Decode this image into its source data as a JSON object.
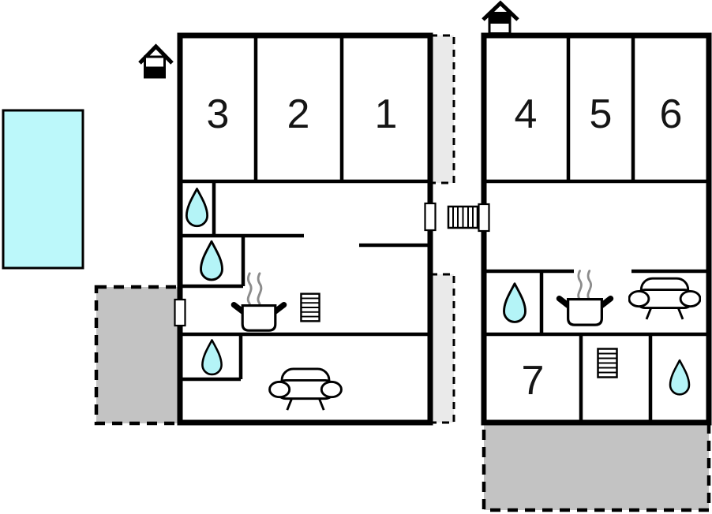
{
  "plan": {
    "type": "floor-plan",
    "colors": {
      "wall": "#000000",
      "water": "#b4f4f7",
      "pool": "#bcf8fa",
      "terrace": "#c3c3c3",
      "balcony": "#eaeaea",
      "steam": "#8c8c8c",
      "background": "#ffffff"
    },
    "left_building": {
      "floor_indicator_icon": "house-ground-floor-icon",
      "bedrooms": [
        {
          "number": "3"
        },
        {
          "number": "2"
        },
        {
          "number": "1"
        }
      ],
      "feature_icons": [
        "water-drop-icon",
        "water-drop-icon",
        "water-drop-icon",
        "cooking-pot-icon",
        "stairs-icon",
        "sofa-icon",
        "door-marker",
        "door-marker"
      ]
    },
    "right_building": {
      "floor_indicator_icon": "house-upper-floor-icon",
      "bedrooms": [
        {
          "number": "4"
        },
        {
          "number": "5"
        },
        {
          "number": "6"
        }
      ],
      "living_room": {
        "number": "7"
      },
      "feature_icons": [
        "water-drop-icon",
        "water-drop-icon",
        "cooking-pot-icon",
        "stairs-icon",
        "sofa-icon",
        "door-marker"
      ]
    },
    "outdoor": {
      "pool_icon": "swimming-pool",
      "exterior_stairs_icon": "stairs-icon",
      "terraces": [
        "left-terrace",
        "bottom-terrace"
      ],
      "balconies": [
        "upper-right-balcony",
        "lower-right-balcony"
      ]
    }
  }
}
